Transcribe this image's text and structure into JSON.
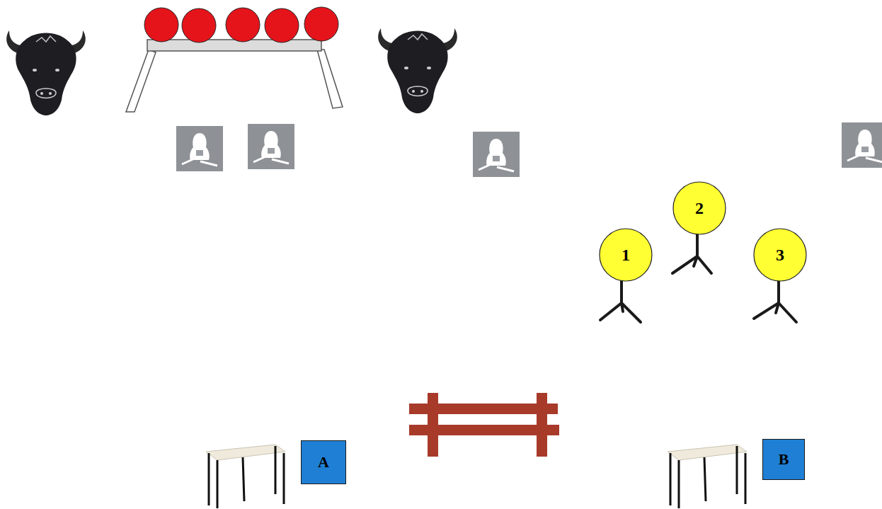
{
  "diagram": {
    "nodes": [
      {
        "text": [
          "1"
        ]
      },
      {
        "text": [
          "2"
        ]
      },
      {
        "text": [
          "3"
        ]
      },
      {
        "text": [
          "A"
        ]
      },
      {
        "text": [
          "B"
        ]
      }
    ]
  }
}
